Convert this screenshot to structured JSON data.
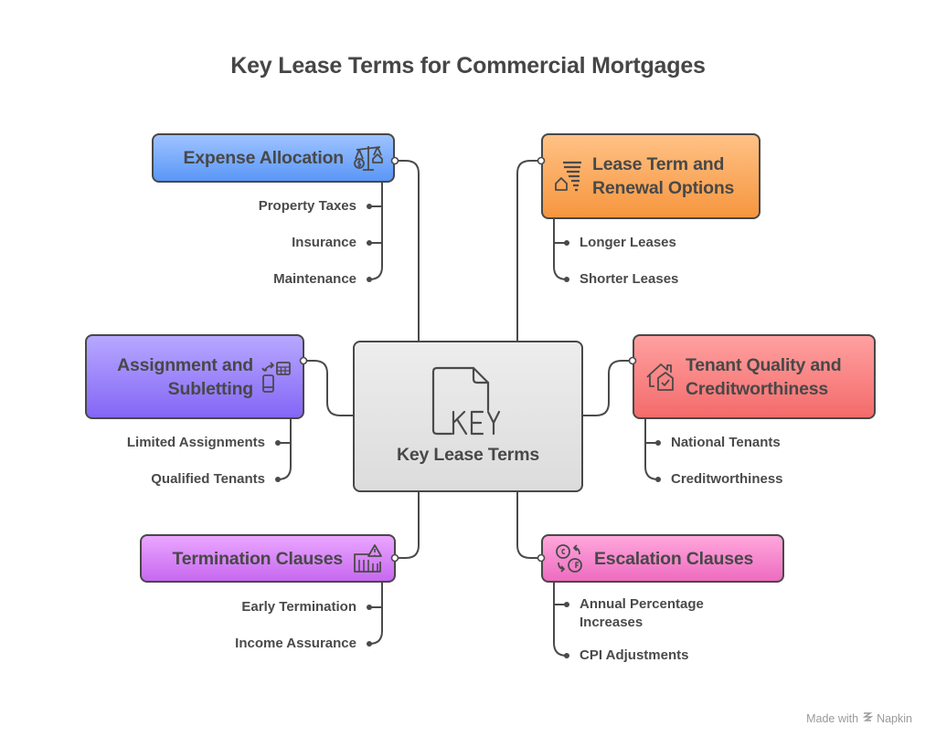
{
  "title": "Key Lease Terms for Commercial Mortgages",
  "center": {
    "label": "Key Lease Terms",
    "icon": "key-document-icon",
    "color": "#e4e4e4"
  },
  "branches": [
    {
      "id": "expense",
      "label": "Expense Allocation",
      "icon": "balance-scale-money-house-icon",
      "color": "#6fa3fa",
      "items": [
        "Property Taxes",
        "Insurance",
        "Maintenance"
      ]
    },
    {
      "id": "lease-term",
      "label_lines": [
        "Lease Term and",
        "Renewal Options"
      ],
      "icon": "house-stack-lines-icon",
      "color": "#f8a75a",
      "items": [
        "Longer Leases",
        "Shorter Leases"
      ]
    },
    {
      "id": "assignment",
      "label_lines": [
        "Assignment and",
        "Subletting"
      ],
      "icon": "phone-calculator-transfer-icon",
      "color": "#9a83fa",
      "items": [
        "Limited Assignments",
        "Qualified Tenants"
      ]
    },
    {
      "id": "tenant-quality",
      "label_lines": [
        "Tenant Quality and",
        "Creditworthiness"
      ],
      "icon": "house-check-icon",
      "color": "#f78585",
      "items": [
        "National Tenants",
        "Creditworthiness"
      ]
    },
    {
      "id": "termination",
      "label": "Termination Clauses",
      "icon": "container-warning-icon",
      "color": "#d882f4",
      "items": [
        "Early Termination",
        "Income Assurance"
      ]
    },
    {
      "id": "escalation",
      "label": "Escalation Clauses",
      "icon": "temperature-conversion-icon",
      "color": "#f487cd",
      "items": [
        "Annual Percentage Increases",
        "CPI Adjustments"
      ],
      "item_lines": [
        [
          "Annual Percentage",
          "Increases"
        ]
      ]
    }
  ],
  "footer": {
    "text": "Made with",
    "brand": "Napkin",
    "icon": "napkin-logo-icon"
  }
}
